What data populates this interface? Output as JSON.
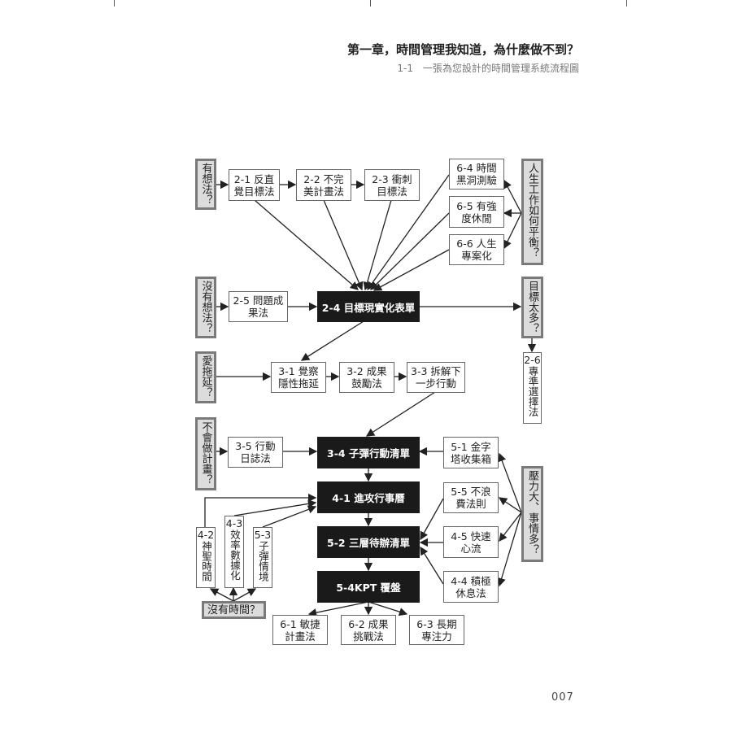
{
  "header": {
    "title": "第一章，時間管理我知道，為什麼做不到？",
    "subtitle": "1-1　一張為您設計的時間管理系統流程圖"
  },
  "page_number": "007",
  "questions": {
    "have_ideas": "有想法？",
    "life_balance": "人生工作如何平衡？",
    "no_ideas": "沒有想法？",
    "too_many_goals": "目標太多？",
    "procrastinate": "愛拖延？",
    "cant_plan": "不會做計畫？",
    "stressed": "壓力大、事情多？",
    "no_time": "沒有時間？"
  },
  "methods": {
    "m2_1": [
      "2-1 反直",
      "覺目標法"
    ],
    "m2_2": [
      "2-2 不完",
      "美計畫法"
    ],
    "m2_3": [
      "2-3 衝刺",
      "目標法"
    ],
    "m6_4": [
      "6-4 時間",
      "黑洞測驗"
    ],
    "m6_5": [
      "6-5 有強",
      "度休閒"
    ],
    "m6_6": [
      "6-6 人生",
      "專案化"
    ],
    "m2_5": [
      "2-5 問題成",
      "果法"
    ],
    "m2_6": [
      "2-6",
      "專準選擇法"
    ],
    "m3_1": [
      "3-1 覺察",
      "隱性拖延"
    ],
    "m3_2": [
      "3-2 成果",
      "鼓勵法"
    ],
    "m3_3": [
      "3-3 拆解下",
      "一步行動"
    ],
    "m3_5": [
      "3-5 行動",
      "日誌法"
    ],
    "m5_1": [
      "5-1 金字",
      "塔收集箱"
    ],
    "m5_5": [
      "5-5 不浪",
      "費法則"
    ],
    "m4_5": [
      "4-5 快速",
      "心流"
    ],
    "m4_4": [
      "4-4 積極",
      "休息法"
    ],
    "m4_2": [
      "4-2",
      "神聖時間"
    ],
    "m4_3": [
      "4-3",
      "效率數據化"
    ],
    "m5_3": [
      "5-3",
      "子彈情境"
    ],
    "m6_1": [
      "6-1 敏捷",
      "計畫法"
    ],
    "m6_2": [
      "6-2 成果",
      "挑戰法"
    ],
    "m6_3": [
      "6-3 長期",
      "專注力"
    ]
  },
  "core": {
    "c2_4": "2-4 目標現實化表單",
    "c3_4": "3-4 子彈行動清單",
    "c4_1": "4-1 進攻行事曆",
    "c5_2": "5-2 三層待辦清單",
    "c5_4": "5-4KPT 覆盤"
  }
}
